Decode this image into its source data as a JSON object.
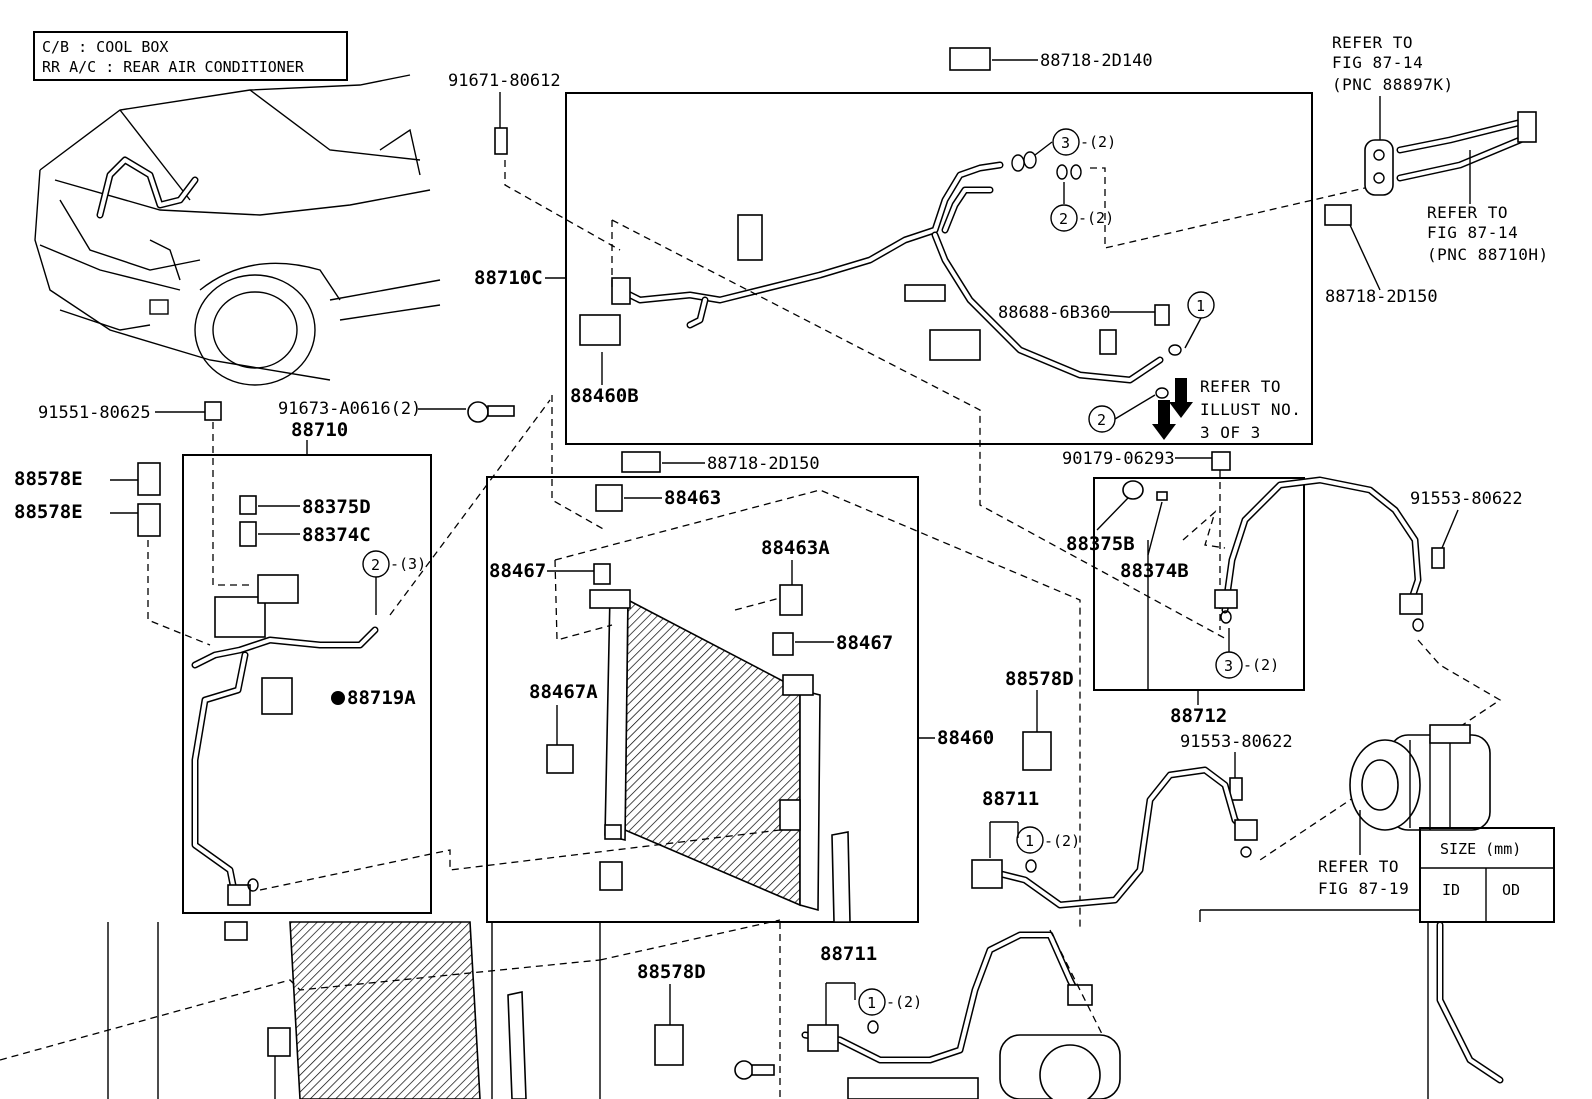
{
  "legend": {
    "line1": "C/B  :  COOL BOX",
    "line2": "RR A/C  :  REAR AIR CONDITIONER"
  },
  "parts": {
    "p88718_2D140": "88718-2D140",
    "p91671_80612": "91671-80612",
    "p88710C": "88710C",
    "p88460B": "88460B",
    "p88688_6B360": "88688-6B360",
    "p91551_80625": "91551-80625",
    "p91673_A0616": "91673-A0616(2)",
    "p88710": "88710",
    "p88578E_a": "88578E",
    "p88578E_b": "88578E",
    "p88375D": "88375D",
    "p88374C": "88374C",
    "p88719A": "88719A",
    "p88718_2D150_mid": "88718-2D150",
    "p88463": "88463",
    "p88467_a": "88467",
    "p88463A": "88463A",
    "p88467_b": "88467",
    "p88467A": "88467A",
    "p88460": "88460",
    "p88578D_a": "88578D",
    "p88578D_b": "88578D",
    "p90179_06293": "90179-06293",
    "p88375B": "88375B",
    "p88374B": "88374B",
    "p91553_80622_a": "91553-80622",
    "p91553_80622_b": "91553-80622",
    "p88712": "88712",
    "p88711_a": "88711",
    "p88711_b": "88711",
    "p88718_2D150_right": "88718-2D150"
  },
  "circles": {
    "c3_top": "3",
    "q3_top": "-(2)",
    "c2_top": "2",
    "q2_top": "-(2)",
    "c1_right": "1",
    "c2_right": "2",
    "c2_left": "2",
    "q2_left": "-(3)",
    "c3_lower": "3",
    "q3_lower": "-(2)",
    "c1_mid": "1",
    "q1_mid": "-(2)",
    "c1_bottom": "1",
    "q1_bottom": "-(2)"
  },
  "refs": {
    "ref_top_1": "REFER TO",
    "ref_top_2": "FIG 87-14",
    "ref_top_3": "(PNC 88897K)",
    "ref_mid_1": "REFER TO",
    "ref_mid_2": "FIG 87-14",
    "ref_mid_3": "(PNC 88710H)",
    "ref_illus_1": "REFER TO",
    "ref_illus_2": "ILLUST NO.",
    "ref_illus_3": "3 OF 3",
    "ref_comp_1": "REFER TO",
    "ref_comp_2": "FIG 87-19"
  },
  "size_table": {
    "title": "SIZE (mm)",
    "col_id": "ID",
    "col_od": "OD"
  }
}
